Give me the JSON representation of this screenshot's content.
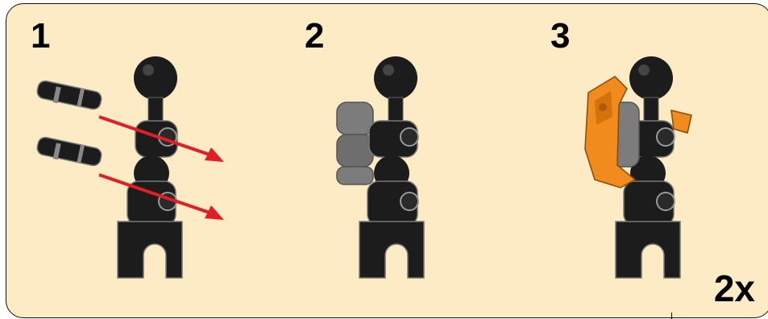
{
  "steps": [
    {
      "number": "1"
    },
    {
      "number": "2"
    },
    {
      "number": "3"
    }
  ],
  "multiplier": "2x",
  "colors": {
    "background": "#fdebc6",
    "part_black": "#1c1c1c",
    "part_gray": "#7c7c7c",
    "part_orange": "#f28b1e",
    "arrow_red": "#e01e24"
  }
}
